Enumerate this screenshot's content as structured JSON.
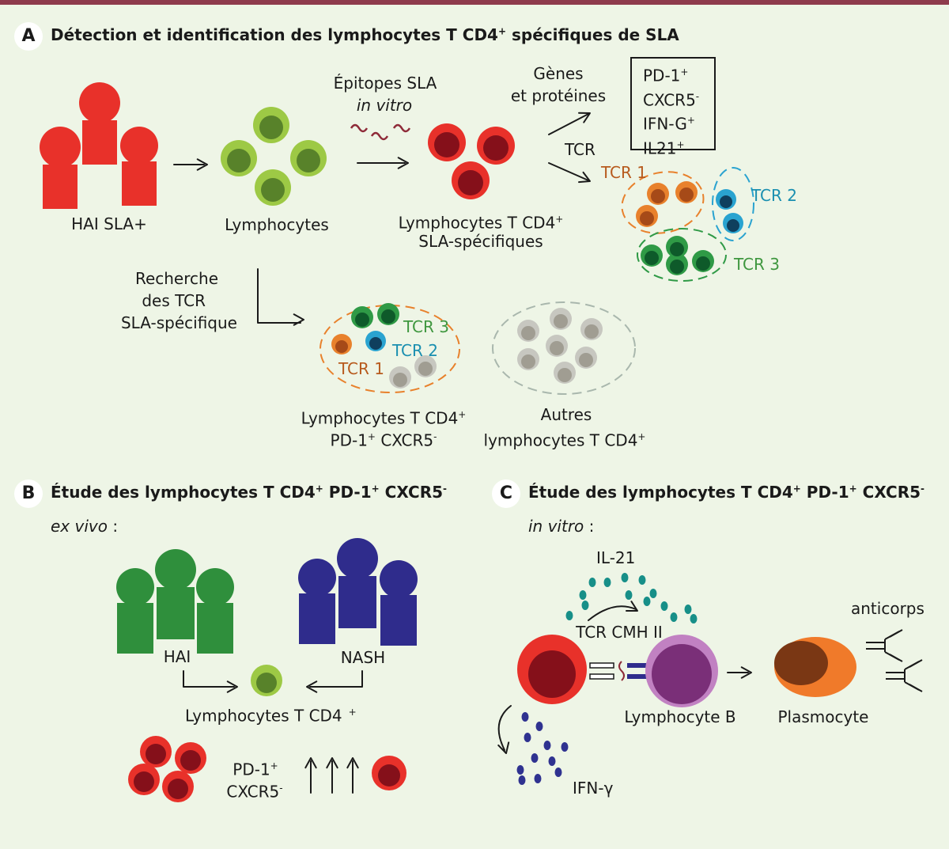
{
  "panel_a": {
    "letter": "A",
    "title": "Détection et identification des lymphocytes T CD4",
    "title_sup": "+",
    "title_tail": " spécifiques de SLA",
    "hai_sla": "HAI SLA+",
    "lymphocytes": "Lymphocytes",
    "epitopes_line1": "Épitopes SLA",
    "epitopes_line2": "in vitro",
    "cd4_line1": "Lymphocytes T CD4",
    "cd4_sup": "+",
    "cd4_line2": "SLA-spécifiques",
    "genes_line1": "Gènes",
    "genes_line2": "et protéines",
    "tcr": "TCR",
    "markers": [
      {
        "name": "PD-1",
        "sup": "+"
      },
      {
        "name": "CXCR5",
        "sup": "-"
      },
      {
        "name": "IFN-G",
        "sup": "+"
      },
      {
        "name": "IL21",
        "sup": "+"
      }
    ],
    "tcr1": "TCR 1",
    "tcr2": "TCR 2",
    "tcr3": "TCR 3",
    "recherche_line1": "Recherche",
    "recherche_line2": "des TCR",
    "recherche_line3": "SLA-spécifique",
    "pd1_group_line1": "Lymphocytes T CD4",
    "pd1_group_line1_sup": "+",
    "pd1_group_line2_a": "PD-1",
    "pd1_group_line2_a_sup": "+",
    "pd1_group_line2_b": " CXCR5",
    "pd1_group_line2_b_sup": "-",
    "autres_line1": "Autres",
    "autres_line2": "lymphocytes T CD4",
    "autres_sup": "+"
  },
  "panel_b": {
    "letter": "B",
    "title": "Étude des lymphocytes T CD4",
    "title_sup1": "+",
    "title_mid": " PD-1",
    "title_sup2": "+",
    "title_tail": " CXCR5",
    "title_sup3": "-",
    "subtitle": "ex vivo",
    "subtitle_colon": " :",
    "hai": "HAI",
    "nash": "NASH",
    "cd4": "Lymphocytes T CD4",
    "cd4_sup": "+",
    "pd1": "PD-1",
    "pd1_sup": "+",
    "cxcr5": "CXCR5",
    "cxcr5_sup": "-"
  },
  "panel_c": {
    "letter": "C",
    "title": "Étude des lymphocytes T CD4",
    "title_sup1": "+",
    "title_mid": " PD-1",
    "title_sup2": "+",
    "title_tail": " CXCR5",
    "title_sup3": "-",
    "subtitle": "in vitro",
    "subtitle_colon": " :",
    "il21": "IL-21",
    "tcr_cmh": "TCR CMH II",
    "lymphocyte_b": "Lymphocyte B",
    "plasmocyte": "Plasmocyte",
    "anticorps": "anticorps",
    "ifn": "IFN-γ"
  },
  "colors": {
    "background": "#eef5e6",
    "top_bar": "#8e3b4c",
    "red": "#e8312a",
    "dark_red": "#85101a",
    "light_green": "#9dc945",
    "olive": "#58822a",
    "orange": "#e8812c",
    "brown_orange": "#a64a18",
    "cyan": "#2aa3d0",
    "navy": "#0f3f5e",
    "green": "#2f9a46",
    "dark_green": "#0e5a2a",
    "grey": "#c7c7c0",
    "grey_dark": "#a09d92",
    "hai_green": "#2f8f3c",
    "nash_purple": "#2f2c8c",
    "b_cell": "#c181c2",
    "b_cell_core": "#7a2f78",
    "plasmocyte": "#f07a2a",
    "plasmocyte_core": "#7a3714",
    "teal_dots": "#178f88",
    "navy_dots": "#2f3290"
  }
}
